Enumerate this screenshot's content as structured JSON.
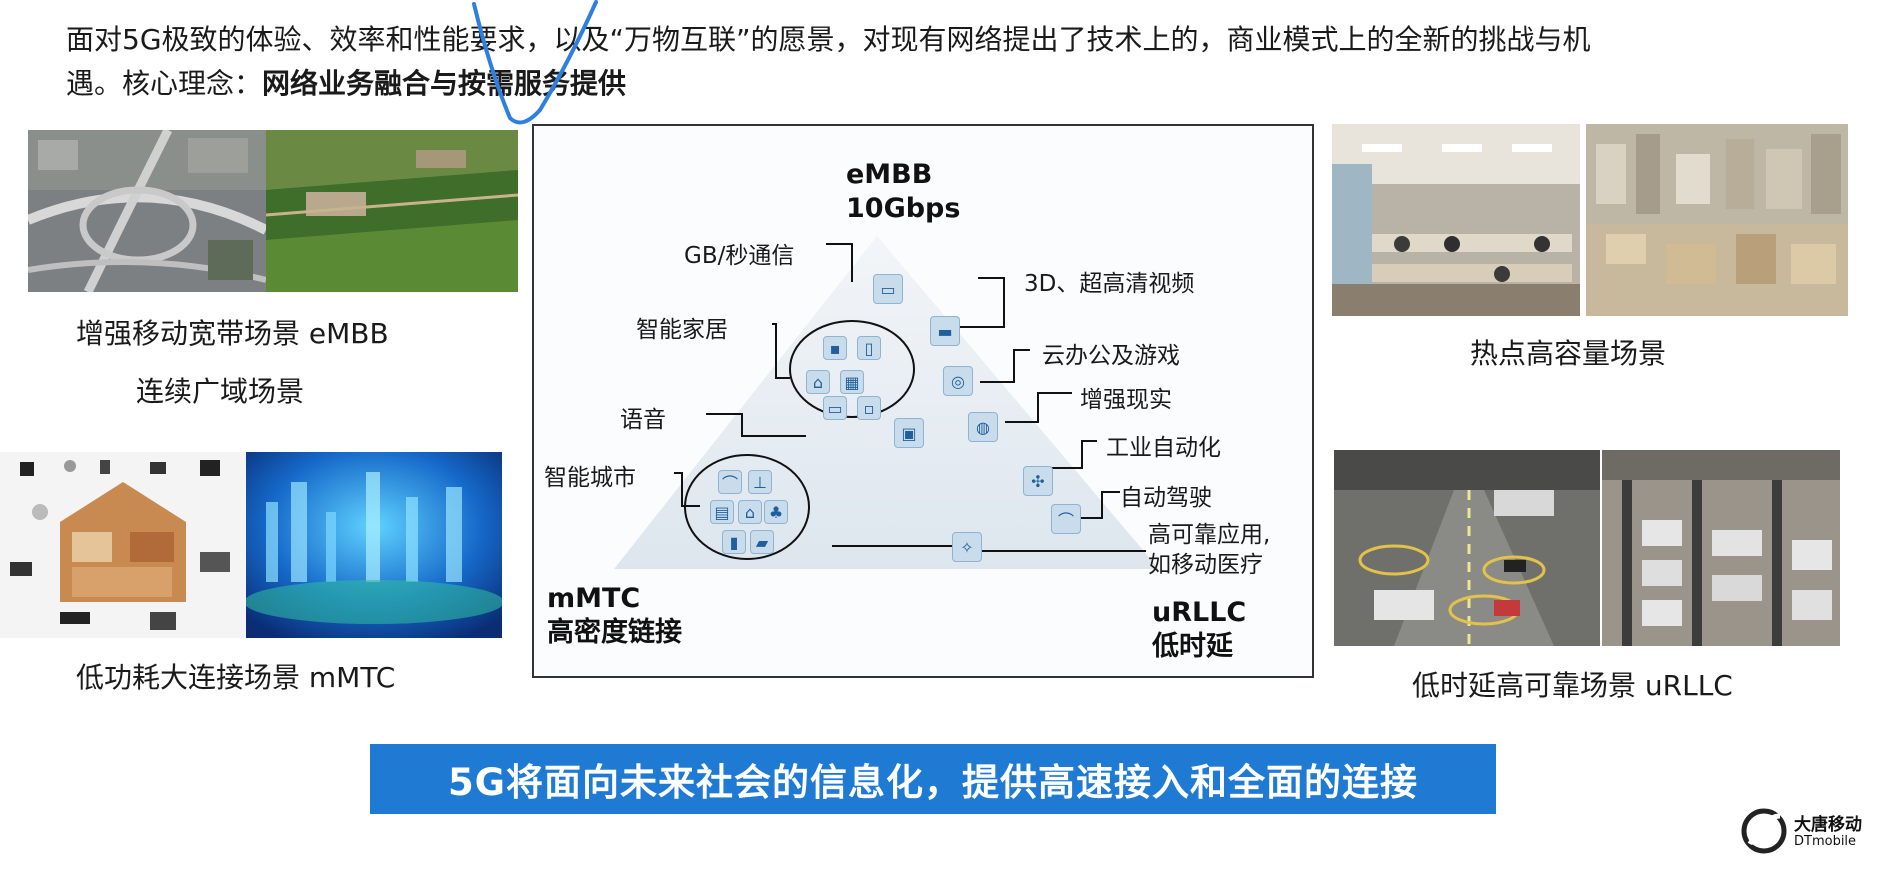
{
  "intro": {
    "line1": "面对5G极致的体验、效率和性能要求，以及“万物互联”的愿景，对现有网络提出了技术上的，商业模式上的全新的挑战与机",
    "line2_prefix": "遇。核心理念：",
    "line2_bold": "网络业务融合与按需服务提供"
  },
  "scenes": {
    "embb": "增强移动宽带场景  eMBB",
    "wide_area": "连续广域场景",
    "mmtc": "低功耗大连接场景  mMTC",
    "hotspot": "热点高容量场景",
    "urllc": "低时延高可靠场景  uRLLC"
  },
  "triangle": {
    "top_title": "eMBB",
    "top_value": "10Gbps",
    "left_title": "mMTC",
    "left_sub": "高密度链接",
    "right_title": "uRLLC",
    "right_sub": "低时延",
    "labels": {
      "gb": "GB/秒通信",
      "home": "智能家居",
      "voice": "语音",
      "city": "智能城市",
      "video": "3D、超高清视频",
      "cloud": "云办公及游戏",
      "ar": "增强现实",
      "industry": "工业自动化",
      "drive": "自动驾驶",
      "reliable1": "高可靠应用,",
      "reliable2": "如移动医疗"
    }
  },
  "banner": "5G将面向未来社会的信息化，提供高速接入和全面的连接",
  "logo": {
    "cn": "大唐移动",
    "en": "DTmobile"
  },
  "colors": {
    "banner": "#1f7ad4",
    "pen": "#2f7fe0",
    "icon": "#c9dcec"
  }
}
